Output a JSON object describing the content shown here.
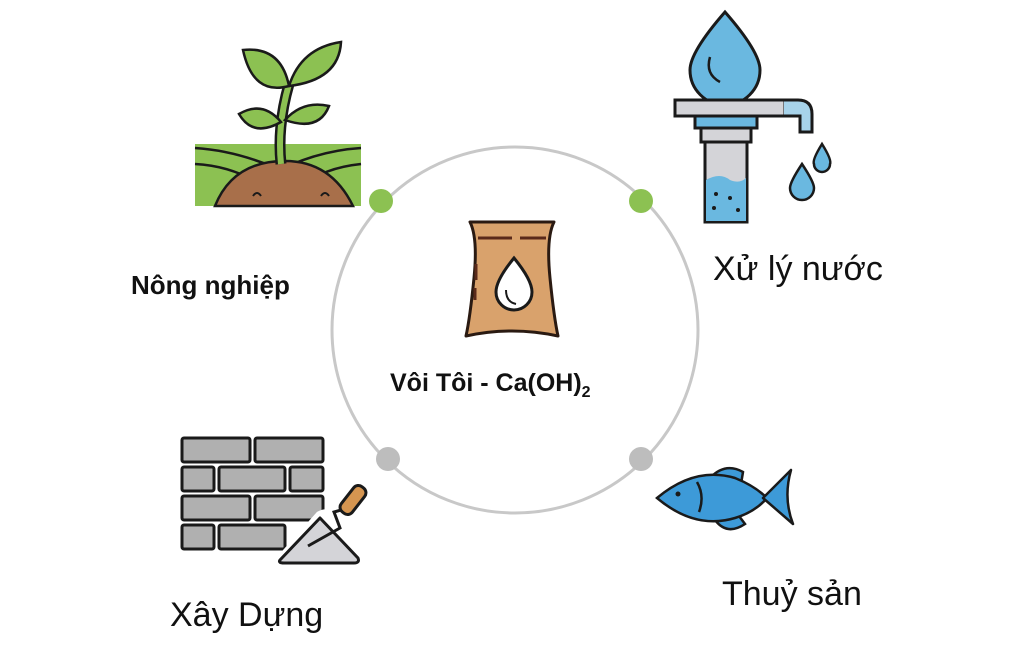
{
  "center": {
    "title_prefix": "Vôi Tôi - Ca(OH)",
    "title_subscript": "2",
    "icon": "lime-bag-icon"
  },
  "applications": [
    {
      "label": "Nông nghiệp",
      "icon": "sprout-icon",
      "node_color": "#8cc152"
    },
    {
      "label": "Xử lý nước",
      "icon": "water-filter-icon",
      "node_color": "#8cc152"
    },
    {
      "label": "Xây Dựng",
      "icon": "brick-wall-trowel-icon",
      "node_color": "#bdbdbd"
    },
    {
      "label": "Thuỷ sản",
      "icon": "fish-icon",
      "node_color": "#bdbdbd"
    }
  ],
  "colors": {
    "ring": "#c8c8c8",
    "leaf": "#8cc152",
    "soil": "#a86f4a",
    "water": "#6ab8e0",
    "bag": "#d9a26c",
    "brick": "#b0b0b0",
    "fish": "#3d9ad8"
  }
}
